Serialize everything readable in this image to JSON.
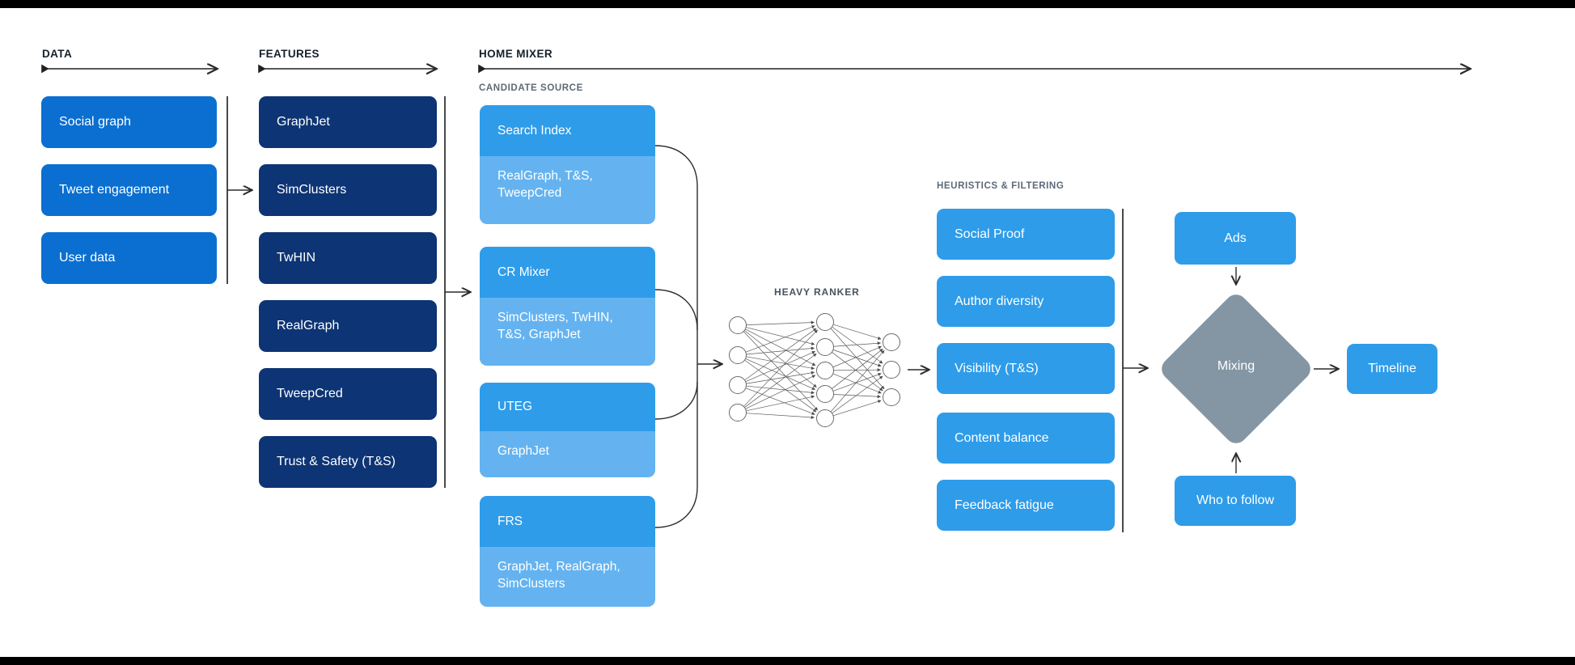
{
  "palette": {
    "primary_blue": "#0a6fd1",
    "navy": "#0d3474",
    "sky_blue": "#2e9ce9",
    "sky_light": "#64b3f0",
    "diamond_gray": "#8496a4",
    "ink": "#16202b",
    "muted_gray": "#5c6a77",
    "bar_black": "#000000"
  },
  "sections": {
    "data": {
      "label": "DATA",
      "boxes": [
        "Social graph",
        "Tweet engagement",
        "User data"
      ]
    },
    "features": {
      "label": "FEATURES",
      "boxes": [
        "GraphJet",
        "SimClusters",
        "TwHIN",
        "RealGraph",
        "TweepCred",
        "Trust & Safety (T&S)"
      ]
    },
    "home_mixer": {
      "label": "HOME MIXER",
      "candidate_source": {
        "label": "CANDIDATE SOURCE",
        "groups": [
          {
            "title": "Search Index",
            "sub": "RealGraph, T&S, TweepCred"
          },
          {
            "title": "CR Mixer",
            "sub": "SimClusters, TwHIN, T&S, GraphJet"
          },
          {
            "title": "UTEG",
            "sub": "GraphJet"
          },
          {
            "title": "FRS",
            "sub": "GraphJet, RealGraph, SimClusters"
          }
        ]
      },
      "heavy_ranker": {
        "label": "HEAVY RANKER"
      },
      "heuristics": {
        "label": "HEURISTICS & FILTERING",
        "boxes": [
          "Social Proof",
          "Author diversity",
          "Visibility (T&S)",
          "Content balance",
          "Feedback fatigue"
        ]
      },
      "mixing": {
        "label": "Mixing",
        "top_input": "Ads",
        "bottom_input": "Who to follow",
        "output": "Timeline"
      }
    }
  }
}
